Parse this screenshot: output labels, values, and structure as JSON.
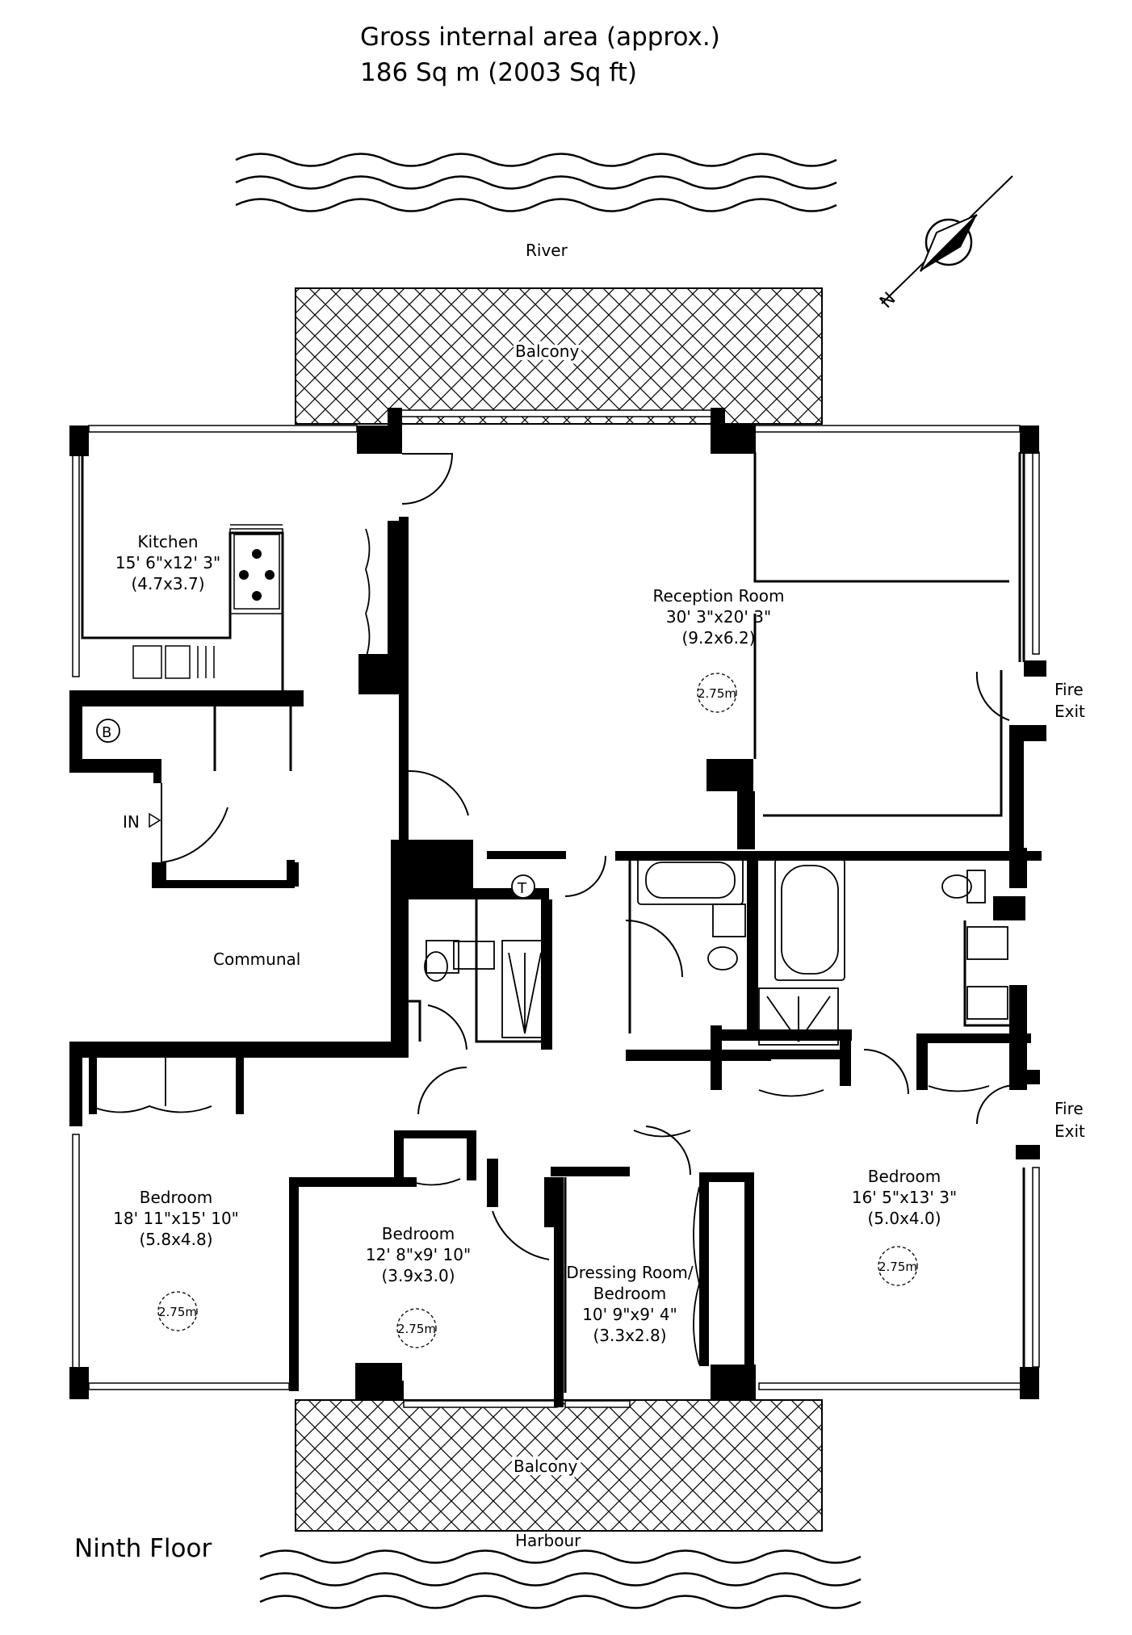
{
  "header": {
    "area_line1": "Gross internal area (approx.)",
    "area_line2": "186 Sq m (2003 Sq ft)"
  },
  "surroundings": {
    "river": "River",
    "harbour": "Harbour",
    "balcony_top": "Balcony",
    "balcony_bottom": "Balcony",
    "north_letter": "N"
  },
  "floor_name": "Ninth Floor",
  "rooms": {
    "kitchen": {
      "name": "Kitchen",
      "imperial": "15' 6\"x12' 3\"",
      "metric": "(4.7x3.7)"
    },
    "reception": {
      "name": "Reception Room",
      "imperial": "30' 3\"x20' 3\"",
      "metric": "(9.2x6.2)",
      "ceiling": "2.75m"
    },
    "bedroom_west": {
      "name": "Bedroom",
      "imperial": "18' 11\"x15' 10\"",
      "metric": "(5.8x4.8)",
      "ceiling": "2.75m"
    },
    "bedroom_middle": {
      "name": "Bedroom",
      "imperial": "12' 8\"x9' 10\"",
      "metric": "(3.9x3.0)",
      "ceiling": "2.75m"
    },
    "dressing_room": {
      "name_line1": "Dressing Room/",
      "name_line2": "Bedroom",
      "imperial": "10' 9\"x9' 4\"",
      "metric": "(3.3x2.8)"
    },
    "bedroom_east": {
      "name": "Bedroom",
      "imperial": "16' 5\"x13' 3\"",
      "metric": "(5.0x4.0)",
      "ceiling": "2.75m"
    },
    "communal": {
      "name": "Communal"
    }
  },
  "markers": {
    "boiler": "B",
    "tank": "T",
    "entrance": "IN",
    "fire_exit_upper": {
      "line1": "Fire",
      "line2": "Exit"
    },
    "fire_exit_lower": {
      "line1": "Fire",
      "line2": "Exit"
    }
  }
}
